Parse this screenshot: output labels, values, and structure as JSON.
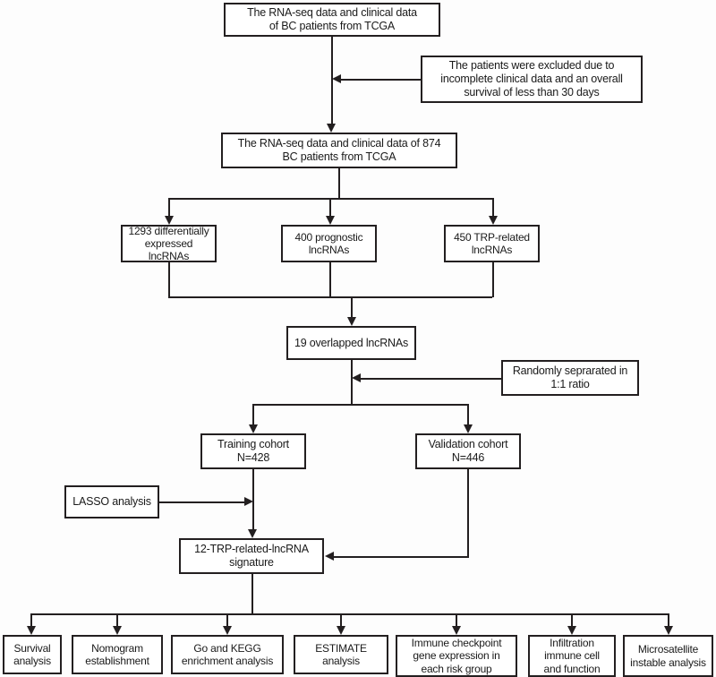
{
  "diagram": {
    "title": "Study workflow flowchart",
    "colors": {
      "line": "#231f20",
      "box_fill": "#ffffff",
      "text": "#1a1a1a",
      "background": "#fdfdfd"
    },
    "nodes": {
      "source_data": "The RNA-seq data and clinical data\nof BC patients from TCGA",
      "exclusion": "The patients were excluded due to\nincomplete clinical data and an overall\nsurvival of less than 30 days",
      "filtered_data": "The RNA-seq data and clinical data of 874\nBC patients from TCGA",
      "deg_lncrnas": "1293 differentially\nexpressed lncRNAs",
      "prognostic_lncrnas": "400 prognostic\nlncRNAs",
      "trp_lncrnas": "450 TRP-related\nlncRNAs",
      "overlapped_lncrnas": "19 overlapped lncRNAs",
      "randomization": "Randomly seprarated in\n1:1 ratio",
      "training_cohort": "Training cohort\nN=428",
      "validation_cohort": "Validation cohort\nN=446",
      "lasso": "LASSO analysis",
      "signature": "12-TRP-related-lncRNA\nsignature"
    },
    "downstream_analyses": [
      "Survival\nanalysis",
      "Nomogram\nestablishment",
      "Go and KEGG\nenrichment analysis",
      "ESTIMATE\nanalysis",
      "Immune checkpoint\ngene expression in\neach risk group",
      "Infiltration\nimmune cell\nand function",
      "Microsatellite\ninstable analysis"
    ]
  }
}
